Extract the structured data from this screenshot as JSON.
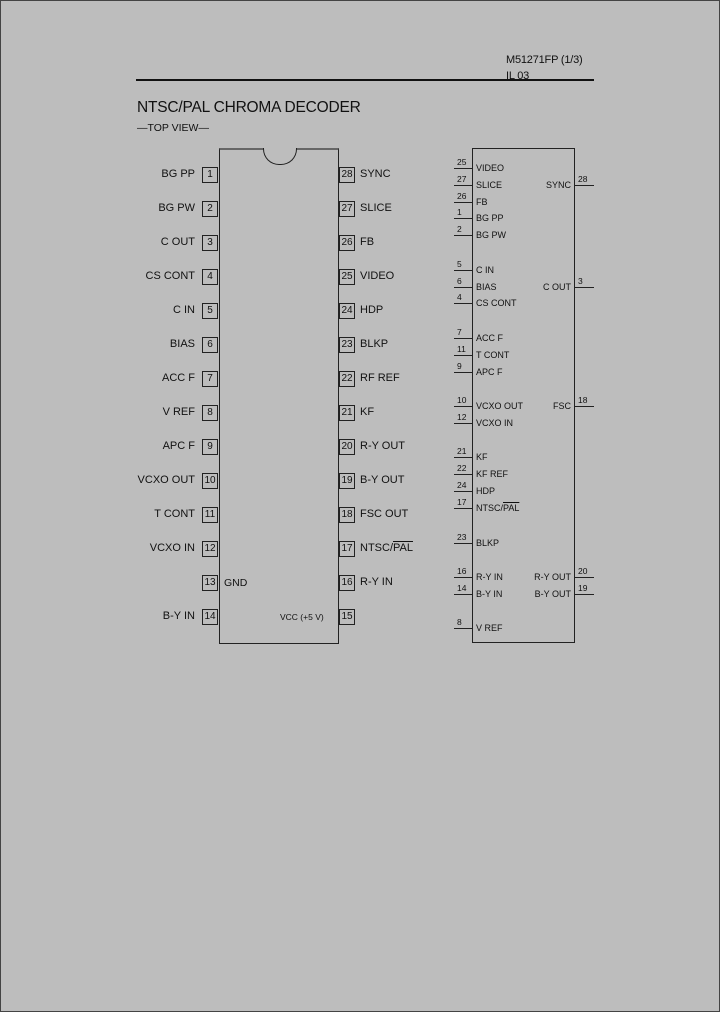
{
  "header": {
    "part": "M51271FP (1/3)",
    "sub": "IL 03"
  },
  "title": "NTSC/PAL CHROMA DECODER",
  "subtitle": "—TOP VIEW—",
  "dip": {
    "left": [
      {
        "num": "1",
        "label": "BG PP"
      },
      {
        "num": "2",
        "label": "BG PW"
      },
      {
        "num": "3",
        "label": "C OUT"
      },
      {
        "num": "4",
        "label": "CS CONT"
      },
      {
        "num": "5",
        "label": "C IN"
      },
      {
        "num": "6",
        "label": "BIAS"
      },
      {
        "num": "7",
        "label": "ACC F"
      },
      {
        "num": "8",
        "label": "V REF"
      },
      {
        "num": "9",
        "label": "APC F"
      },
      {
        "num": "10",
        "label": "VCXO OUT"
      },
      {
        "num": "11",
        "label": "T CONT"
      },
      {
        "num": "12",
        "label": "VCXO IN"
      },
      {
        "num": "13",
        "label": ""
      },
      {
        "num": "14",
        "label": "B-Y IN"
      }
    ],
    "right": [
      {
        "num": "28",
        "label": "SYNC"
      },
      {
        "num": "27",
        "label": "SLICE"
      },
      {
        "num": "26",
        "label": "FB"
      },
      {
        "num": "25",
        "label": "VIDEO"
      },
      {
        "num": "24",
        "label": "HDP"
      },
      {
        "num": "23",
        "label": "BLKP"
      },
      {
        "num": "22",
        "label": "RF REF"
      },
      {
        "num": "21",
        "label": "KF"
      },
      {
        "num": "20",
        "label": "R-Y OUT"
      },
      {
        "num": "19",
        "label": "B-Y OUT"
      },
      {
        "num": "18",
        "label": "FSC OUT"
      },
      {
        "num": "17",
        "label": "NTSC/",
        "overline": "PAL"
      },
      {
        "num": "16",
        "label": "R-Y IN"
      },
      {
        "num": "15",
        "label": ""
      }
    ],
    "gnd": "GND",
    "vcc": "VCC (+5 V)"
  },
  "block": {
    "left": [
      {
        "num": "25",
        "label": "VIDEO"
      },
      {
        "num": "27",
        "label": "SLICE"
      },
      {
        "num": "26",
        "label": "FB"
      },
      {
        "num": "1",
        "label": "BG PP"
      },
      {
        "num": "2",
        "label": "BG PW"
      },
      {
        "num": "5",
        "label": "C IN"
      },
      {
        "num": "6",
        "label": "BIAS"
      },
      {
        "num": "4",
        "label": "CS CONT"
      },
      {
        "num": "7",
        "label": "ACC F"
      },
      {
        "num": "11",
        "label": "T CONT"
      },
      {
        "num": "9",
        "label": "APC F"
      },
      {
        "num": "10",
        "label": "VCXO OUT"
      },
      {
        "num": "12",
        "label": "VCXO IN"
      },
      {
        "num": "21",
        "label": "KF"
      },
      {
        "num": "22",
        "label": "KF REF"
      },
      {
        "num": "24",
        "label": "HDP"
      },
      {
        "num": "17",
        "label": "NTSC/",
        "overline": "PAL"
      },
      {
        "num": "23",
        "label": "BLKP"
      },
      {
        "num": "16",
        "label": "R-Y IN"
      },
      {
        "num": "14",
        "label": "B-Y IN"
      },
      {
        "num": "8",
        "label": "V REF"
      }
    ],
    "right": [
      {
        "num": "28",
        "label": "SYNC"
      },
      {
        "num": "3",
        "label": "C OUT"
      },
      {
        "num": "18",
        "label": "FSC"
      },
      {
        "num": "20",
        "label": "R-Y OUT"
      },
      {
        "num": "19",
        "label": "B-Y OUT"
      }
    ]
  }
}
